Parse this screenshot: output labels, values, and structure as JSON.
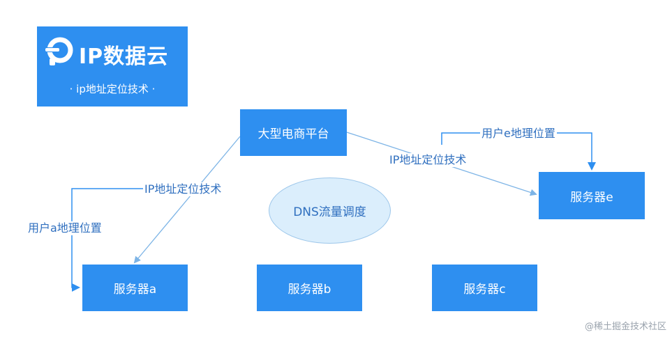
{
  "logo": {
    "brand_name": "IP数据云",
    "tagline": "· ip地址定位技术 ·"
  },
  "nodes": {
    "platform": "大型电商平台",
    "server_e": "服务器e",
    "server_a": "服务器a",
    "server_b": "服务器b",
    "server_c": "服务器c",
    "dns": "DNS流量调度"
  },
  "edges": {
    "platform_to_a": "IP地址定位技术",
    "platform_to_e": "IP地址定位技术",
    "user_a_location": "用户a地理位置",
    "user_e_location": "用户e地理位置"
  },
  "watermark": "@稀土掘金技术社区",
  "colors": {
    "node_fill": "#2e8ff0",
    "line": "#7db4e6",
    "bracket_line": "#2e8ff0",
    "label_text": "#2f6fbf",
    "dns_fill": "#dbeefc"
  }
}
